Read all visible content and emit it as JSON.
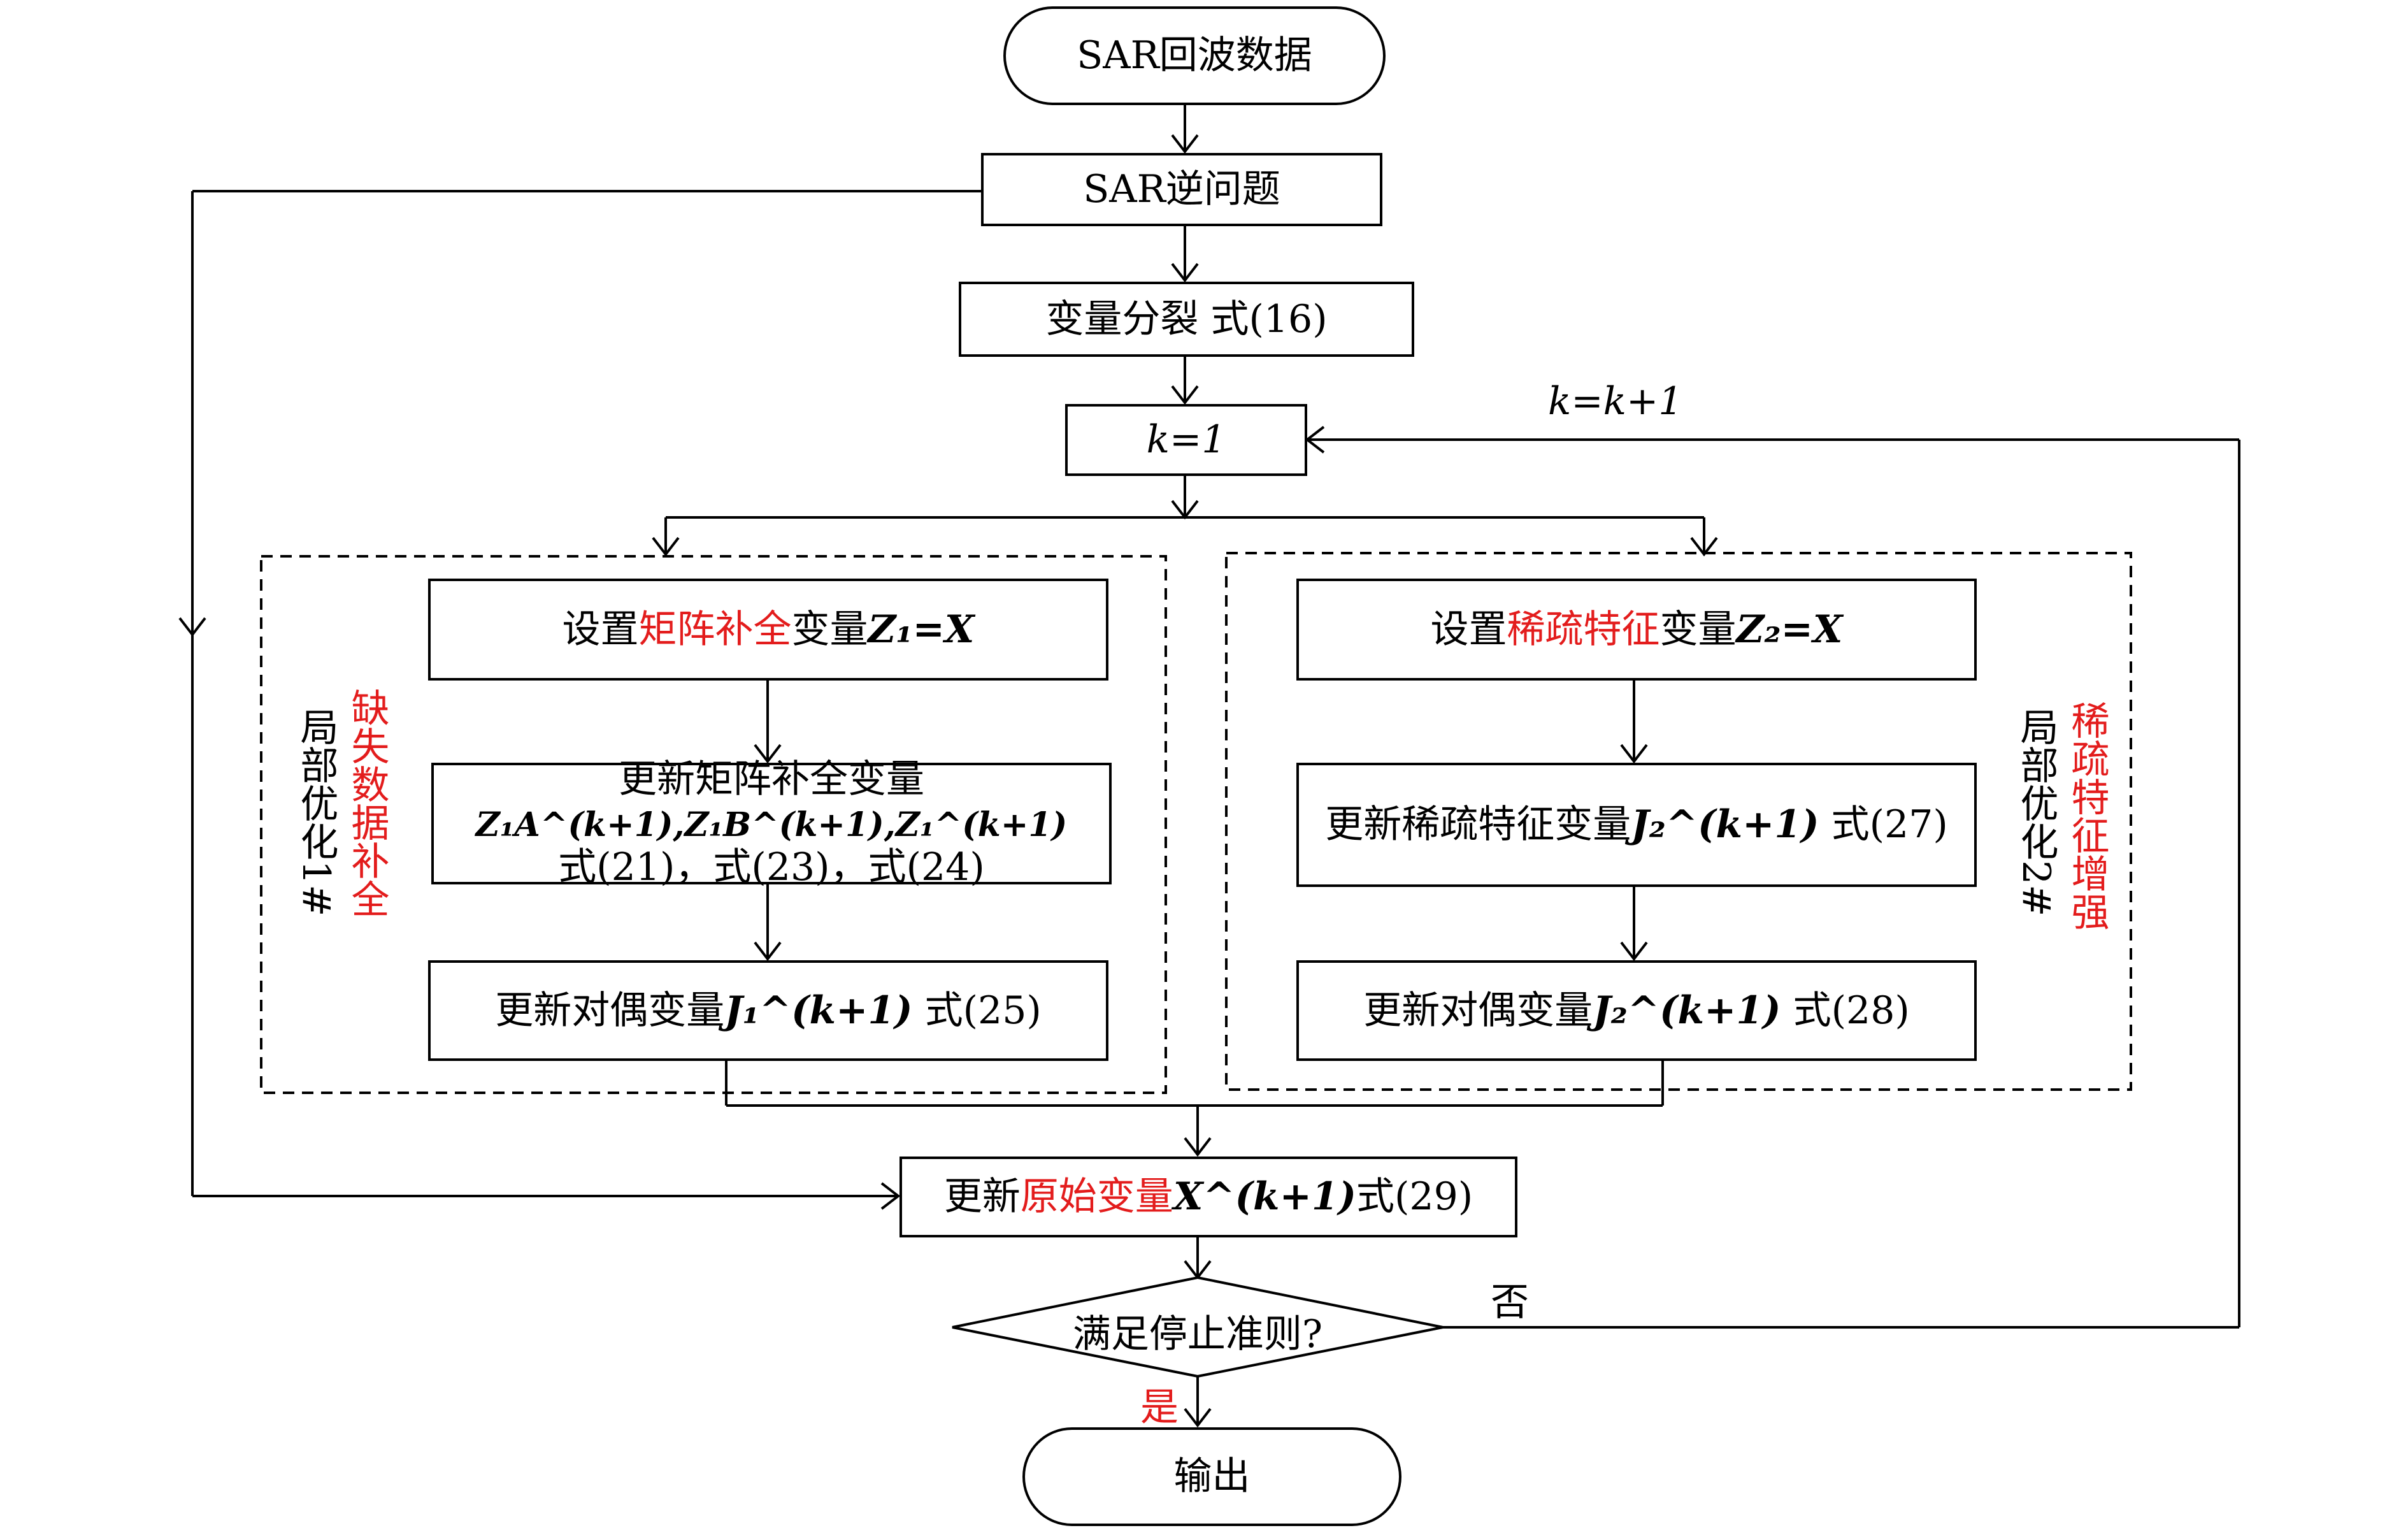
{
  "nodes": {
    "start": "SAR回波数据",
    "inverse": "SAR逆问题",
    "split": "变量分裂 式(16)",
    "init_k": "k=1",
    "loop_label": "k=k+1",
    "left_set_prefix": "设置",
    "left_set_red": "矩阵补全",
    "left_set_suffix": "变量",
    "left_set_eq": "Z₁=X",
    "left_update1_line1": "更新矩阵补全变量",
    "left_update1_vars": "Z₁A^(k+1),Z₁B^(k+1),Z₁^(k+1)",
    "left_update1_line2": "式(21)，式(23)，式(24)",
    "left_update2_prefix": "更新对偶变量",
    "left_update2_var": "J₁^(k+1)",
    "left_update2_ref": "式(25)",
    "right_set_prefix": "设置",
    "right_set_red": "稀疏特征",
    "right_set_suffix": "变量",
    "right_set_eq": "Z₂=X",
    "right_update1_prefix": "更新稀疏特征变量",
    "right_update1_var": "J₂^(k+1)",
    "right_update1_ref": "式(27)",
    "right_update2_prefix": "更新对偶变量",
    "right_update2_var": "J₂^(k+1)",
    "right_update2_ref": "式(28)",
    "update_x_prefix": "更新",
    "update_x_red": "原始变量",
    "update_x_var": "X^(k+1)",
    "update_x_ref": "式(29)",
    "decision": "满足停止准则?",
    "no": "否",
    "yes": "是",
    "output": "输出"
  },
  "groups": {
    "left_label_black": "局部优化1#",
    "left_label_red": "缺失数据补全",
    "right_label_black": "局部优化2#",
    "right_label_red": "稀疏特征增强"
  },
  "colors": {
    "accent": "#e31c1c",
    "line": "#000000"
  }
}
